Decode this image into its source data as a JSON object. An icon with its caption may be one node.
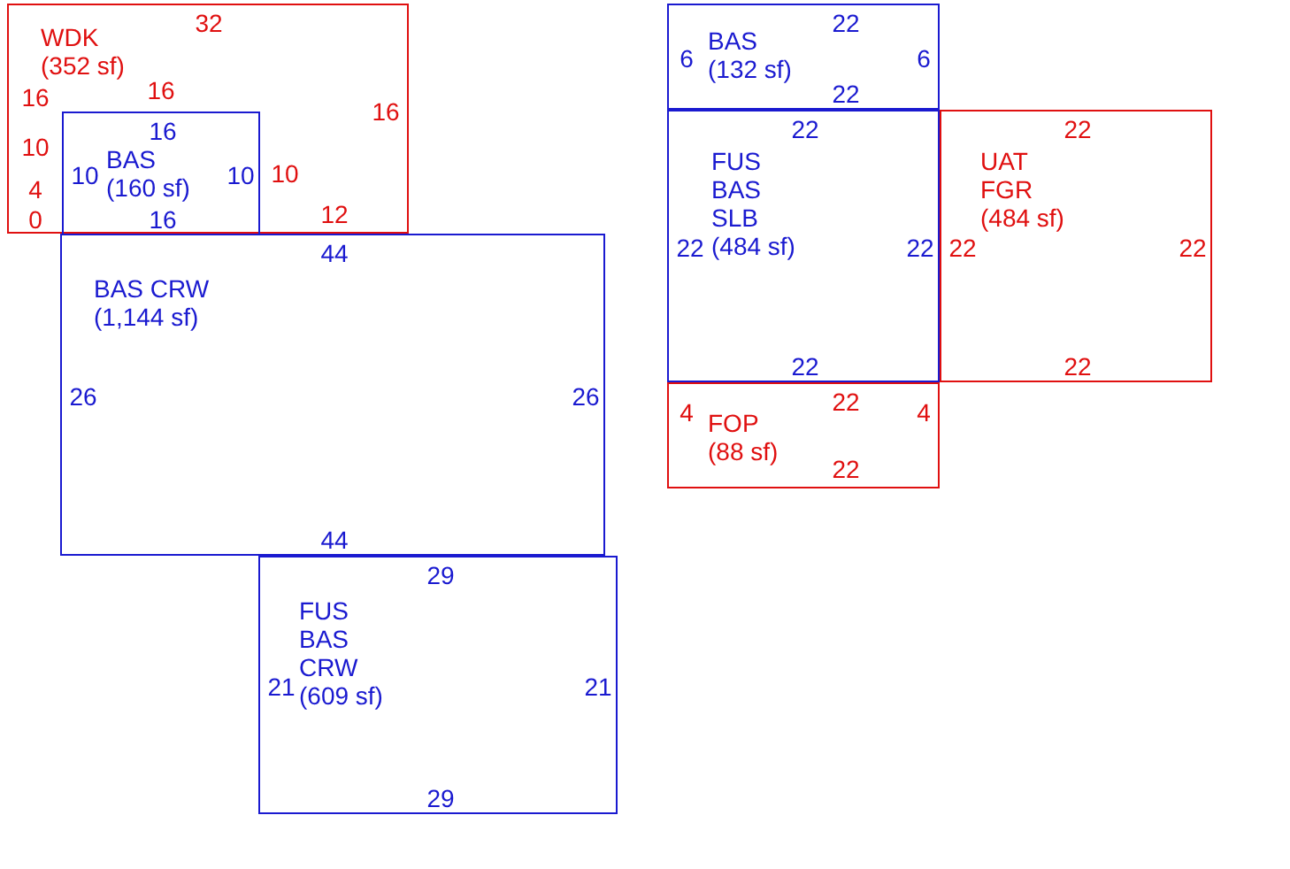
{
  "diagram": {
    "nodes": [
      {
        "text": [
          "WDK (352 sf)",
          "32",
          "16",
          "16",
          "16",
          "10",
          "10",
          "4",
          "12",
          "0"
        ]
      },
      {
        "text": [
          "BAS (160 sf)",
          "16",
          "10",
          "10",
          "16"
        ],
        "in": 0
      },
      {
        "text": [
          "BAS CRW (1,144 sf)",
          "44",
          "26",
          "26",
          "44"
        ]
      },
      {
        "text": [
          "FUS BAS CRW (609 sf)",
          "29",
          "21",
          "21",
          "29"
        ]
      },
      {
        "text": [
          "BAS (132 sf)",
          "22",
          "6",
          "6",
          "22"
        ]
      },
      {
        "text": [
          "FUS BAS SLB (484 sf)",
          "22",
          "22",
          "22",
          "22"
        ]
      },
      {
        "text": [
          "UAT FGR (484 sf)",
          "22",
          "22",
          "22",
          "22"
        ]
      },
      {
        "text": [
          "FOP (88 sf)",
          "4",
          "22",
          "4",
          "22"
        ]
      }
    ]
  }
}
